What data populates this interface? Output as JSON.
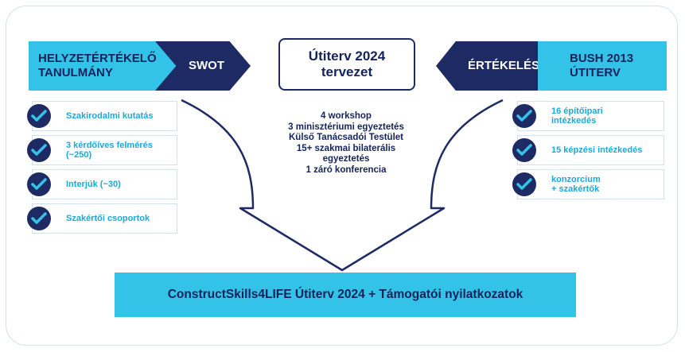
{
  "left": {
    "banner_title": "HELYZETÉRTÉKELŐ\nTANULMÁNY",
    "banner_tag": "SWOT",
    "items": [
      {
        "label": "Szakirodalmi kutatás"
      },
      {
        "label": "3 kérdőíves felmérés\n(~250)"
      },
      {
        "label": "Interjúk (~30)"
      },
      {
        "label": "Szakértői csoportok"
      }
    ]
  },
  "center": {
    "title_line1": "Útiterv 2024",
    "title_line2": "tervezet",
    "activities": [
      "4 workshop",
      "3 minisztériumi egyeztetés",
      "Külső Tanácsadói Testület",
      "15+ szakmai bilaterális",
      "egyeztetés",
      "1 záró konferencia"
    ]
  },
  "right": {
    "banner_tag": "ÉRTÉKELÉS",
    "banner_title": "BUSH 2013\nÚTITERV",
    "items": [
      {
        "label": "16 építőipari\nintézkedés"
      },
      {
        "label": "15 képzési intézkedés"
      },
      {
        "label": "konzorcium\n+ szakértők"
      }
    ]
  },
  "result": {
    "label": "ConstructSkills4LIFE Útiterv 2024 + Támogatói nyilatkozatok"
  },
  "colors": {
    "navy": "#1e2a63",
    "cyan": "#33c3e8",
    "item_text": "#1aa9d8",
    "border": "#cfe3ee"
  },
  "icons": {
    "check": "checkmark-icon",
    "arrow": "down-arrow-outline"
  }
}
